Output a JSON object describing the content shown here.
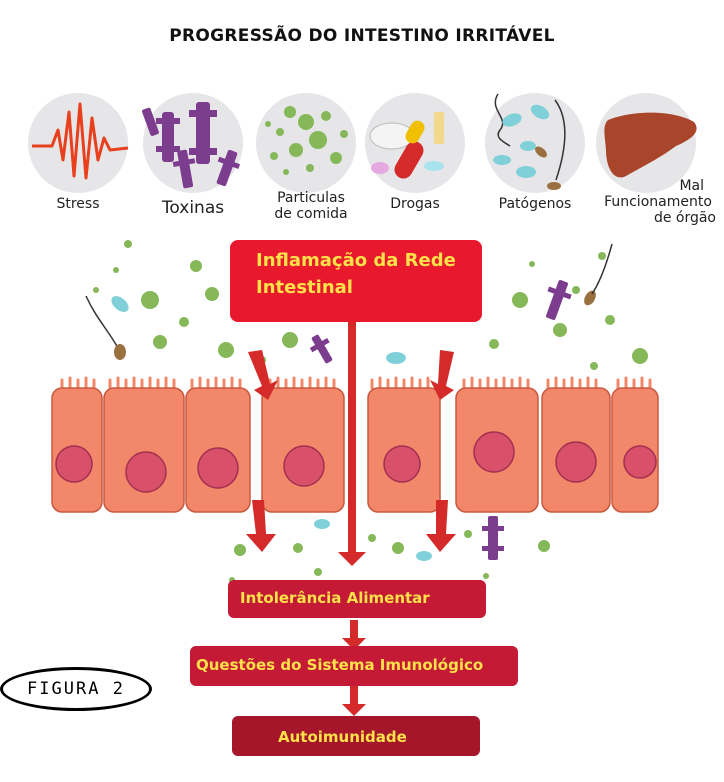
{
  "title": "PROGRESSÃO DO INTESTINO IRRITÁVEL",
  "causes": [
    {
      "label": "Stress",
      "icon": "stress-wave-icon"
    },
    {
      "label": "Toxinas",
      "icon": "toxin-molecule-icon"
    },
    {
      "label_line1": "Particulas",
      "label_line2": "de comida",
      "icon": "food-particles-icon"
    },
    {
      "label": "Drogas",
      "icon": "pills-icon"
    },
    {
      "label": "Patógenos",
      "icon": "pathogens-icon"
    },
    {
      "label_line1": "Mal",
      "label_line2": "Funcionamento",
      "label_line3": "de órgão",
      "icon": "liver-icon"
    }
  ],
  "boxes": {
    "inflammation_line1": "Inflamação da Rede",
    "inflammation_line2": "Intestinal",
    "intolerance": "Intolerância Alimentar",
    "immune": "Questões do Sistema Imunológico",
    "autoimmunity": "Autoimunidade"
  },
  "figure_label": "FIGURA 2",
  "colors": {
    "red_box": "#e8192c",
    "dark_red_box": "#a5162a",
    "arrow": "#d42a2a",
    "cell": "#f2876a",
    "nucleus": "#d9506b",
    "box_text": "#ffe14a"
  }
}
